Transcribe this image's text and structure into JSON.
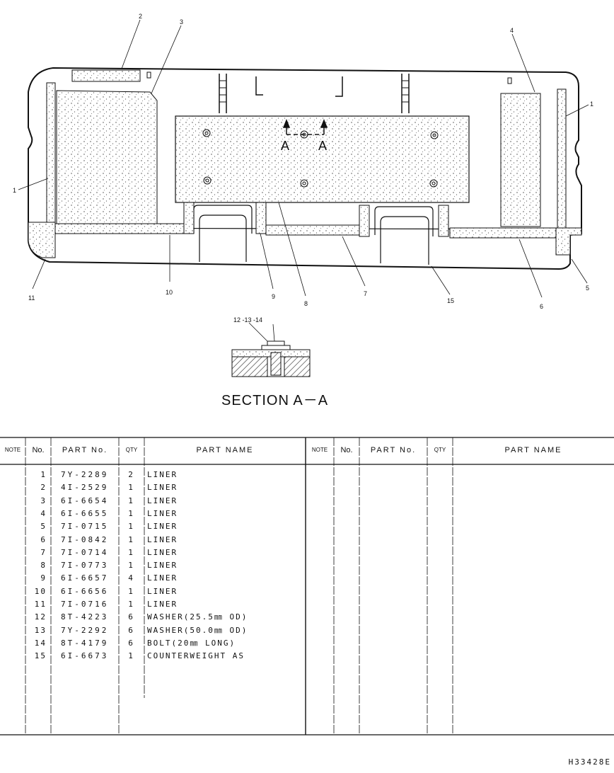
{
  "callouts": {
    "c1a": "1",
    "c1b": "1",
    "c2": "2",
    "c3": "3",
    "c4": "4",
    "c5": "5",
    "c6": "6",
    "c7": "7",
    "c8": "8",
    "c9": "9",
    "c10": "10",
    "c11": "11",
    "c15": "15",
    "c12_14": "12 -13 -14"
  },
  "section_marks": {
    "left": "A",
    "right": "A"
  },
  "section_title": "SECTION A－A",
  "table": {
    "headers": {
      "note": "NOTE",
      "no": "No.",
      "part_no": "PART No.",
      "qty": "QTY",
      "part_name": "PART NAME",
      "note2": "NOTE",
      "no2": "No.",
      "part_no2": "PART No.",
      "qty2": "QTY",
      "part_name2": "PART NAME"
    },
    "rows": [
      {
        "no": "1",
        "part_no": "7Y-2289",
        "qty": "2",
        "name": "LINER"
      },
      {
        "no": "2",
        "part_no": "4I-2529",
        "qty": "1",
        "name": "LINER"
      },
      {
        "no": "3",
        "part_no": "6I-6654",
        "qty": "1",
        "name": "LINER"
      },
      {
        "no": "4",
        "part_no": "6I-6655",
        "qty": "1",
        "name": "LINER"
      },
      {
        "no": "5",
        "part_no": "7I-0715",
        "qty": "1",
        "name": "LINER"
      },
      {
        "no": "6",
        "part_no": "7I-0842",
        "qty": "1",
        "name": "LINER"
      },
      {
        "no": "7",
        "part_no": "7I-0714",
        "qty": "1",
        "name": "LINER"
      },
      {
        "no": "8",
        "part_no": "7I-0773",
        "qty": "1",
        "name": "LINER"
      },
      {
        "no": "9",
        "part_no": "6I-6657",
        "qty": "4",
        "name": "LINER"
      },
      {
        "no": "10",
        "part_no": "6I-6656",
        "qty": "1",
        "name": "LINER"
      },
      {
        "no": "11",
        "part_no": "7I-0716",
        "qty": "1",
        "name": "LINER"
      },
      {
        "no": "12",
        "part_no": "8T-4223",
        "qty": "6",
        "name": "WASHER(25.5㎜ OD)"
      },
      {
        "no": "13",
        "part_no": "7Y-2292",
        "qty": "6",
        "name": "WASHER(50.0㎜ OD)"
      },
      {
        "no": "14",
        "part_no": "8T-4179",
        "qty": "6",
        "name": "BOLT(20㎜ LONG)"
      },
      {
        "no": "15",
        "part_no": "6I-6673",
        "qty": "1",
        "name": "COUNTERWEIGHT AS"
      }
    ]
  },
  "drawing_number": "H33428E"
}
